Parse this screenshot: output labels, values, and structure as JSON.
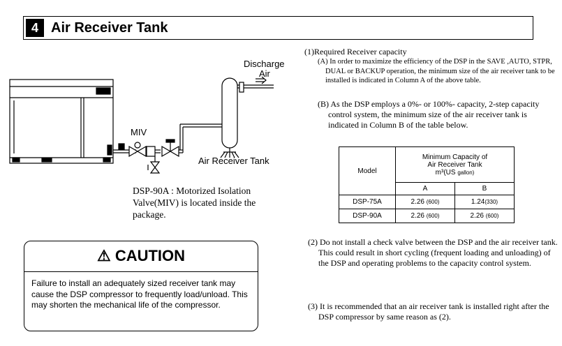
{
  "header": {
    "number": "4",
    "title": "Air Receiver Tank"
  },
  "diagram": {
    "discharge_label_1": "Discharge",
    "discharge_label_2": "Air",
    "miv_label": "MIV",
    "tank_label": "Air Receiver Tank"
  },
  "note": "DSP-90A : Motorized Isolation Valve(MIV) is located inside the package.",
  "caution": {
    "title": "CAUTION",
    "text": "Failure to install an adequately sized receiver tank may cause the DSP compressor to frequently load/unload.  This may shorten the mechanical life of the compressor."
  },
  "right": {
    "item1_title": "(1)Required Receiver capacity",
    "item1_a": "(A) In order to maximize the efficiency of the DSP in the SAVE ,AUTO, STPR, DUAL or BACKUP operation, the minimum size of the air receiver tank to be installed is indicated in Column A of the above table.",
    "item1_b": "(B) As the DSP employs a 0%- or 100%- capacity, 2-step capacity control system, the minimum size of the air receiver tank is indicated in Column B of the table below.",
    "item2": "(2) Do not install a check valve between the DSP and the air receiver tank.  This could result in short cycling (frequent loading and unloading) of the DSP and operating problems to the capacity control system.",
    "item3": "(3) It is recommended that an air receiver tank is installed right after the DSP compressor by same reason as (2)."
  },
  "table": {
    "model_header": "Model",
    "cap_header_1": "Minimum Capacity of",
    "cap_header_2": "Air Receiver Tank",
    "cap_unit_main": "m³(US",
    "cap_unit_small": "gallon)",
    "col_a": "A",
    "col_b": "B",
    "rows": [
      {
        "model": "DSP-75A",
        "a": "2.26",
        "a_gal": "(600)",
        "b": "1.24",
        "b_gal": "(330)"
      },
      {
        "model": "DSP-90A",
        "a": "2.26",
        "a_gal": "(600)",
        "b": "2.26",
        "b_gal": "(600)"
      }
    ]
  }
}
